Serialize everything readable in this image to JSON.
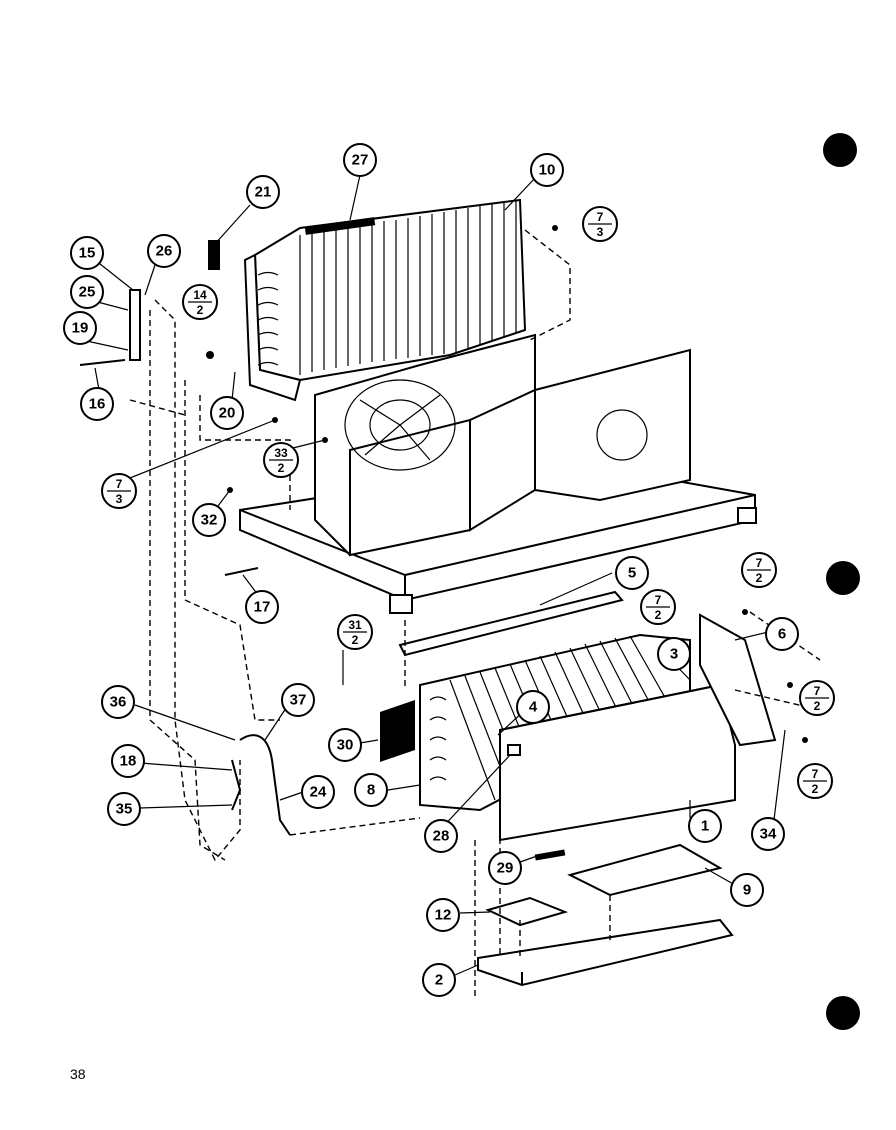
{
  "page_number": "38",
  "callouts": [
    "27",
    "10",
    "21",
    "15",
    "26",
    "25",
    "19",
    "16",
    "20",
    "32",
    "17",
    "5",
    "6",
    "3",
    "4",
    "36",
    "37",
    "30",
    "18",
    "35",
    "24",
    "8",
    "1",
    "34",
    "28",
    "29",
    "9",
    "12",
    "2"
  ],
  "fraction_callouts": [
    {
      "num": "7",
      "den": "3"
    },
    {
      "num": "14",
      "den": "2"
    },
    {
      "num": "7",
      "den": "3"
    },
    {
      "num": "33",
      "den": "2"
    },
    {
      "num": "7",
      "den": "2"
    },
    {
      "num": "7",
      "den": "2"
    },
    {
      "num": "31",
      "den": "2"
    },
    {
      "num": "7",
      "den": "2"
    },
    {
      "num": "7",
      "den": "2"
    }
  ]
}
